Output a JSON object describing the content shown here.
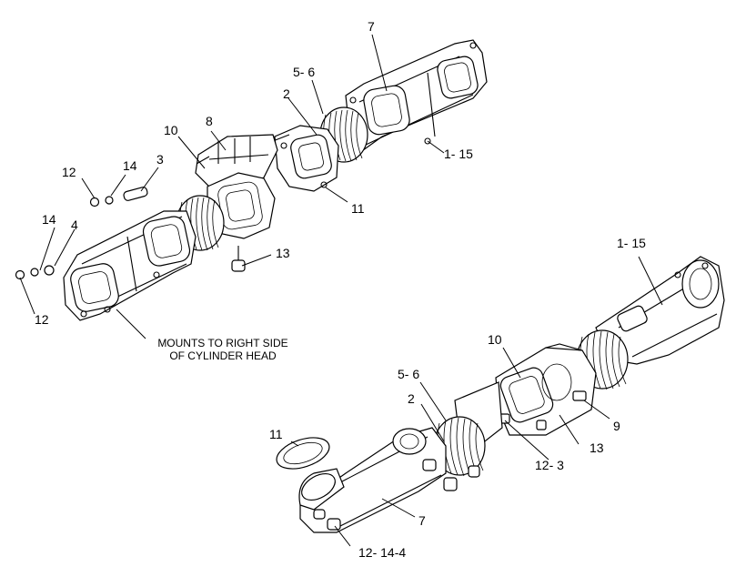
{
  "labels": {
    "top": {
      "l7": "7",
      "l56": "5- 6",
      "l2": "2",
      "l10": "10",
      "l8": "8",
      "l3": "3",
      "l14a": "14",
      "l12a": "12",
      "l115": "1- 15",
      "l11": "11",
      "l14b": "14",
      "l4": "4",
      "l13": "13",
      "l12b": "12"
    },
    "note": {
      "line1": "MOUNTS TO RIGHT SIDE",
      "line2": "OF CYLINDER HEAD"
    },
    "bottom": {
      "l115": "1- 15",
      "l10": "10",
      "l56": "5- 6",
      "l2": "2",
      "l9": "9",
      "l13": "13",
      "l11": "11",
      "l123": "12- 3",
      "l7": "7",
      "l1214": "12- 14-4"
    }
  }
}
